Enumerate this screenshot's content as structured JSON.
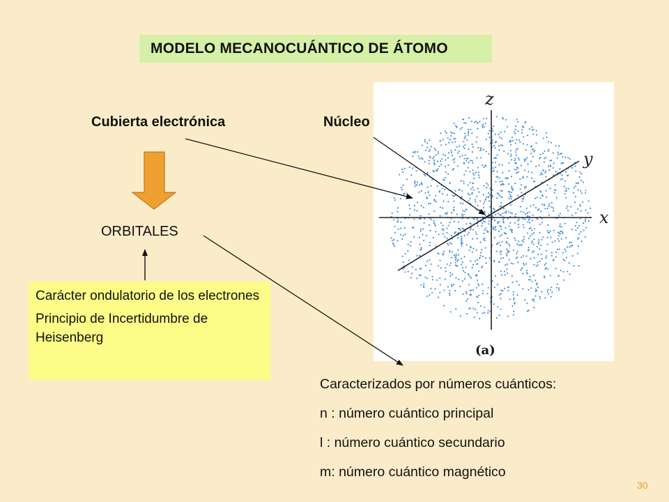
{
  "title": "MODELO MECANOCUÁNTICO DE ÁTOMO",
  "labels": {
    "shell": "Cubierta electrónica",
    "nucleus": "Núcleo",
    "orbitals": "ORBITALES"
  },
  "yellow_box": {
    "line1": "Carácter ondulatorio de los electrones",
    "line2": "Principio de Incertidumbre de Heisenberg"
  },
  "quantum": {
    "heading": "Caracterizados por números cuánticos:",
    "n": "n : número cuántico principal",
    "l": "l : número cuántico secundario",
    "m": "m: número cuántico magnético"
  },
  "figure": {
    "axis_z": "z",
    "axis_y": "y",
    "axis_x": "x",
    "caption": "(a)"
  },
  "page_number": "30",
  "colors": {
    "background": "#fbecc9",
    "title_box": "#d6f0a8",
    "yellow_box": "#fcfc89",
    "arrow_orange": "#f0a030",
    "dots": "#4a90d8"
  }
}
